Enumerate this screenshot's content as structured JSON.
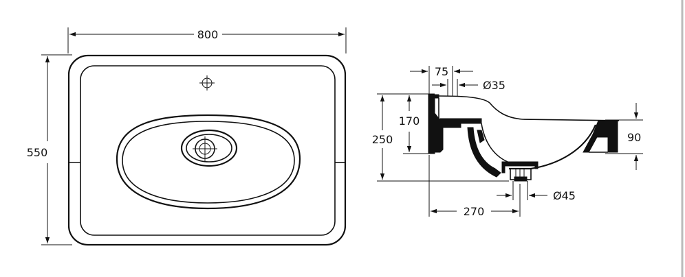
{
  "dimensions": {
    "width": "800",
    "depth": "550",
    "tap_offset": "75",
    "tap_hole": "Ø35",
    "height_170": "170",
    "height_250": "250",
    "bowl_depth": "90",
    "waste": "Ø45",
    "waste_offset": "270"
  },
  "colors": {
    "line": "#111111",
    "background": "#ffffff"
  }
}
